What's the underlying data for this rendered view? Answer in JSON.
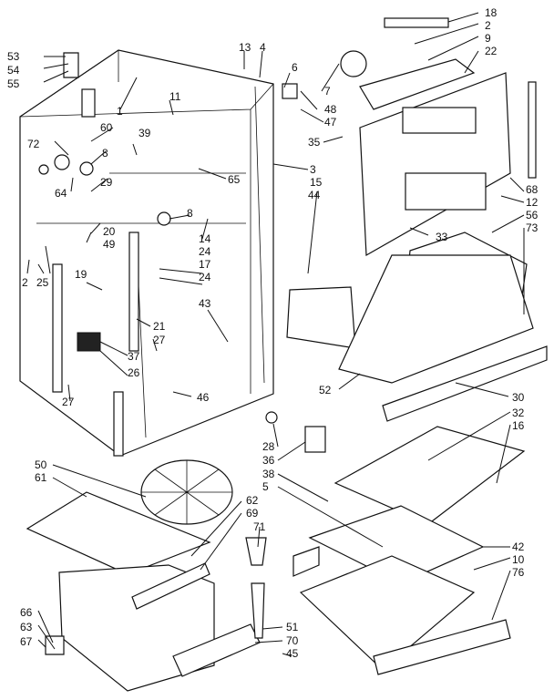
{
  "callouts": [
    "53",
    "54",
    "55",
    "13",
    "4",
    "6",
    "18",
    "2",
    "9",
    "22",
    "1",
    "11",
    "60",
    "39",
    "72",
    "8",
    "29",
    "64",
    "65",
    "3",
    "15",
    "44",
    "7",
    "48",
    "47",
    "35",
    "68",
    "12",
    "56",
    "73",
    "8",
    "20",
    "49",
    "19",
    "2",
    "25",
    "14",
    "24",
    "17",
    "24",
    "43",
    "33",
    "21",
    "27",
    "37",
    "26",
    "27",
    "46",
    "52",
    "30",
    "28",
    "36",
    "38",
    "5",
    "62",
    "69",
    "71",
    "32",
    "16",
    "50",
    "61",
    "42",
    "10",
    "76",
    "66",
    "63",
    "67",
    "51",
    "70",
    "45"
  ]
}
